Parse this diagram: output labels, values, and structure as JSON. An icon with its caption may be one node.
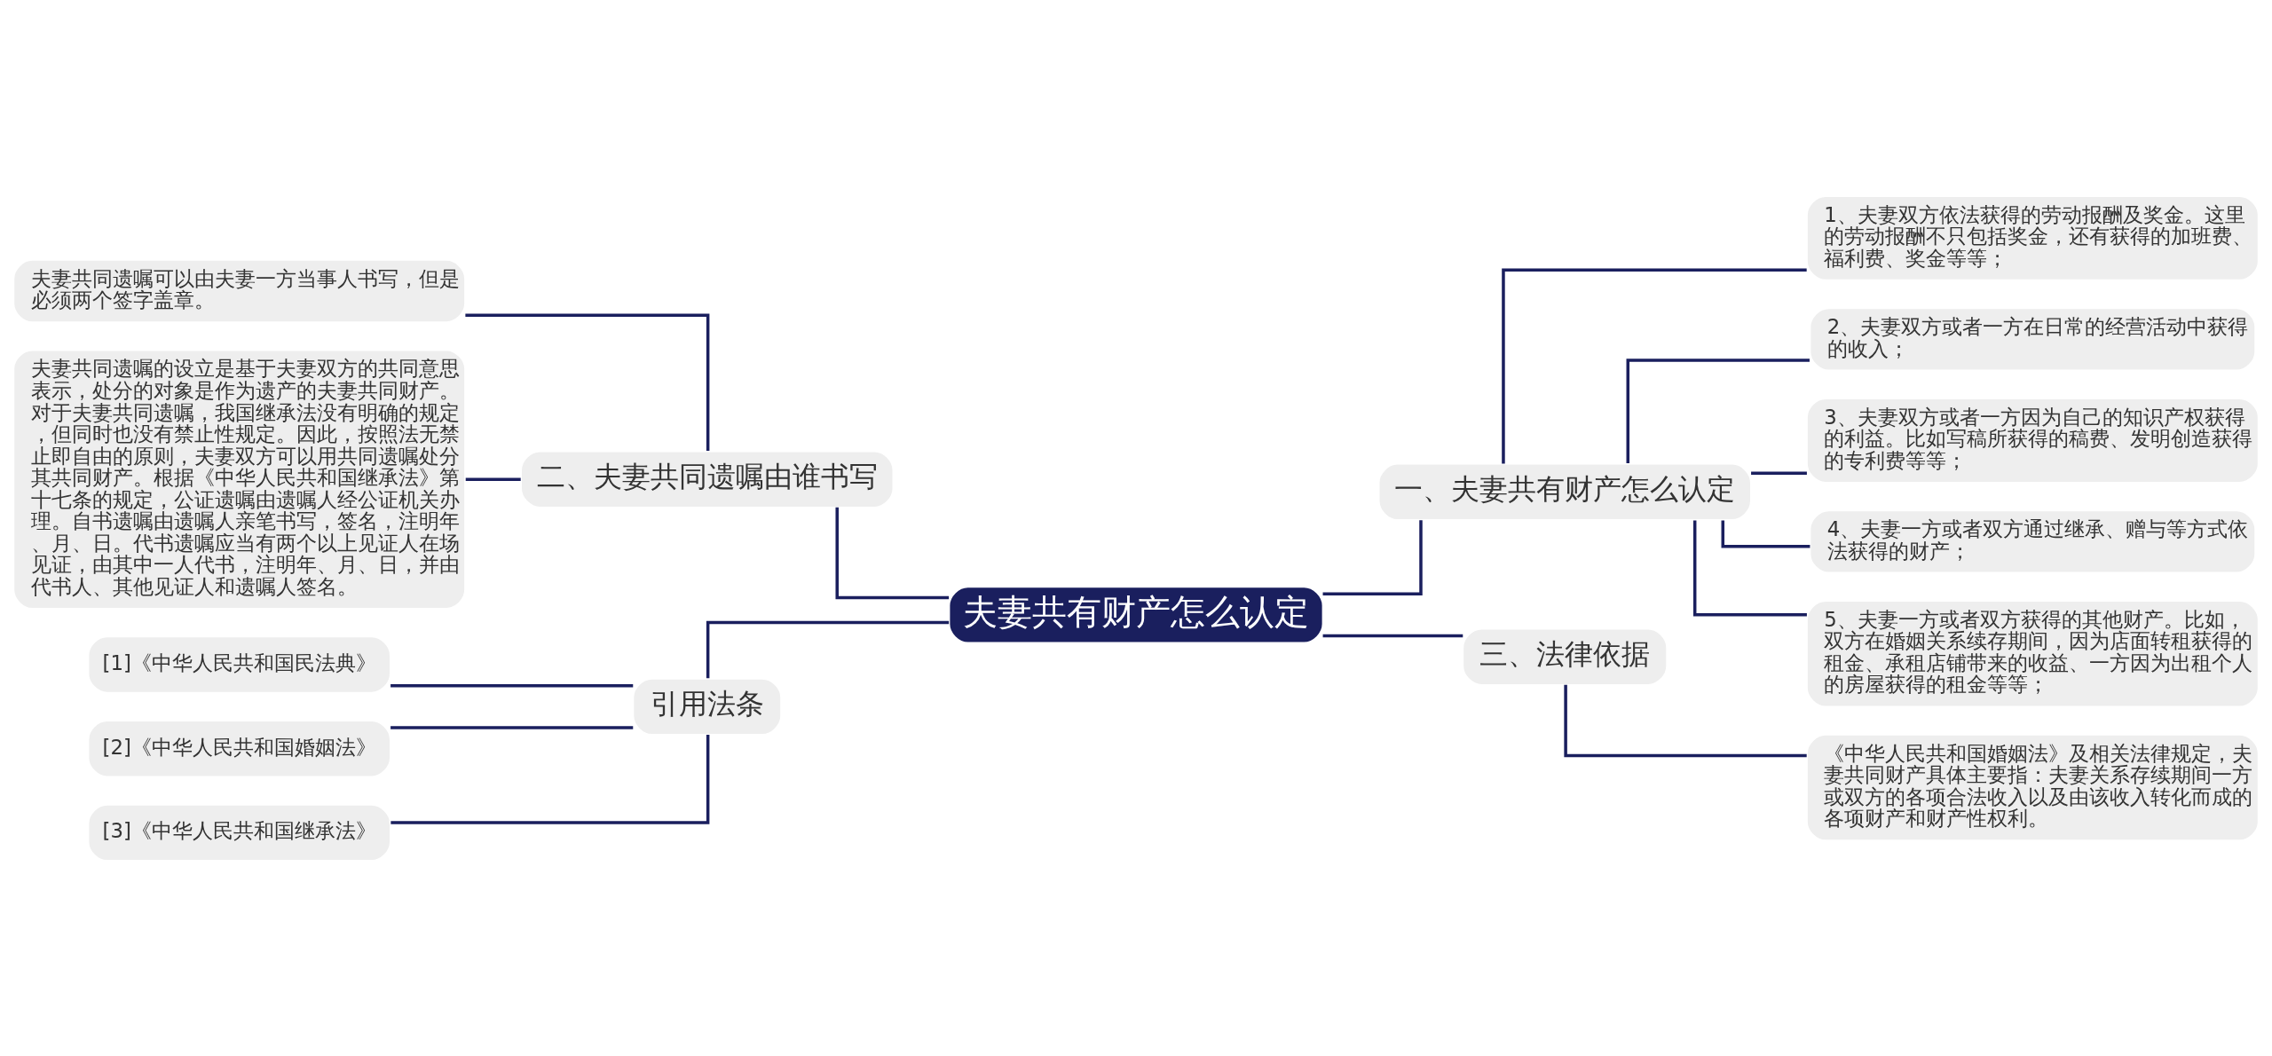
{
  "diagram": {
    "nodes": [
      {
        "text": [
          "夫妻共有财产怎么认定"
        ]
      },
      {
        "text": [
          "二、夫妻共同遗嘱由谁书写"
        ]
      },
      {
        "text": [
          "夫妻共同遗嘱可以由夫妻一方当事人书写，但是必须两个签字盖章。"
        ]
      },
      {
        "text": [
          "夫妻共同遗嘱的设立是基于夫妻双方的共同意思表示，处分的对象是作为遗产的夫妻共同财产。对于夫妻共同遗嘱，我国继承法没有明确的规定，但同时也没有禁止性规定。因此，按照法无禁止即自由的原则，夫妻双方可以用共同遗嘱处分其共同财产。根据《中华人民共和国继承法》第十七条的规定，公证遗嘱由遗嘱人经公证机关办理。自书遗嘱由遗嘱人亲笔书写，签名，注明年、月、日。代书遗嘱应当有两个以上见证人在场见证，由其中一人代书，注明年、月、日，并由代书人、其他见证人和遗嘱人签名。"
        ]
      },
      {
        "text": [
          "引用法条"
        ]
      },
      {
        "text": [
          "[1]《中华人民共和国民法典》"
        ]
      },
      {
        "text": [
          "[2]《中华人民共和国婚姻法》"
        ]
      },
      {
        "text": [
          "[3]《中华人民共和国继承法》"
        ]
      },
      {
        "text": [
          "一、夫妻共有财产怎么认定"
        ]
      },
      {
        "text": [
          "1、夫妻双方依法获得的劳动报酬及奖金。这里的劳动报酬不只包括奖金，还有获得的加班费、福利费、奖金等等；"
        ]
      },
      {
        "text": [
          "2、夫妻双方或者一方在日常的经营活动中获得的收入；"
        ]
      },
      {
        "text": [
          "3、夫妻双方或者一方因为自己的知识产权获得的利益。比如写稿所获得的稿费、发明创造获得的专利费等等；"
        ]
      },
      {
        "text": [
          "4、夫妻一方或者双方通过继承、赠与等方式依法获得的财产；"
        ]
      },
      {
        "text": [
          "5、夫妻一方或者双方获得的其他财产。比如，双方在婚姻关系续存期间，因为店面转租获得的租金、承租店铺带来的收益、一方因为出租个人的房屋获得的租金等等；"
        ]
      },
      {
        "text": [
          "三、法律依据"
        ]
      },
      {
        "text": [
          "《中华人民共和国婚姻法》及相关法律规定，夫妻共同财产具体主要指：夫妻关系存续期间一方或双方的各项合法收入以及由该收入转化而成的各项财产和财产性权利。"
        ]
      }
    ],
    "edges": [
      {
        "from": 2,
        "to": 1,
        "arrow": "none"
      },
      {
        "from": 3,
        "to": 1,
        "arrow": "none"
      },
      {
        "from": 1,
        "to": 0,
        "arrow": "none"
      },
      {
        "from": 5,
        "to": 4,
        "arrow": "none"
      },
      {
        "from": 6,
        "to": 4,
        "arrow": "none"
      },
      {
        "from": 7,
        "to": 4,
        "arrow": "none"
      },
      {
        "from": 4,
        "to": 0,
        "arrow": "none"
      },
      {
        "from": 0,
        "to": 8,
        "arrow": "none"
      },
      {
        "from": 8,
        "to": 9,
        "arrow": "none"
      },
      {
        "from": 8,
        "to": 10,
        "arrow": "none"
      },
      {
        "from": 8,
        "to": 11,
        "arrow": "none"
      },
      {
        "from": 8,
        "to": 12,
        "arrow": "none"
      },
      {
        "from": 8,
        "to": 13,
        "arrow": "none"
      },
      {
        "from": 0,
        "to": 14,
        "arrow": "none"
      },
      {
        "from": 14,
        "to": 15,
        "arrow": "none"
      }
    ]
  }
}
